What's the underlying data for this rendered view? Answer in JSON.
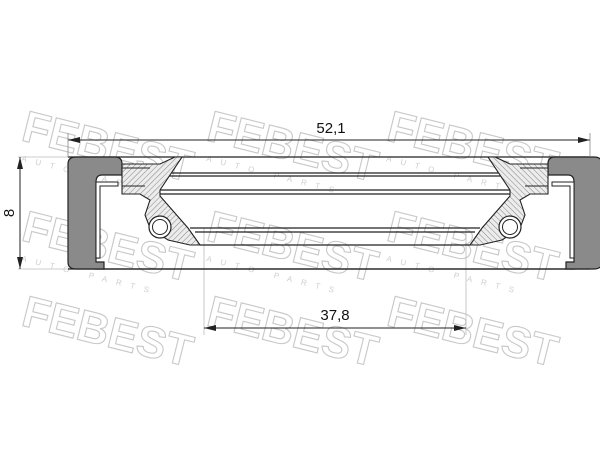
{
  "dimensions": {
    "outer_diameter": "52,1",
    "inner_diameter": "37,8",
    "height": "8"
  },
  "watermark": {
    "brand": "FEBEST",
    "tagline": "AUTO PARTS"
  },
  "colors": {
    "line": "#222222",
    "seal_fill": "#8a8a8a",
    "watermark": "#c8c8c8"
  }
}
